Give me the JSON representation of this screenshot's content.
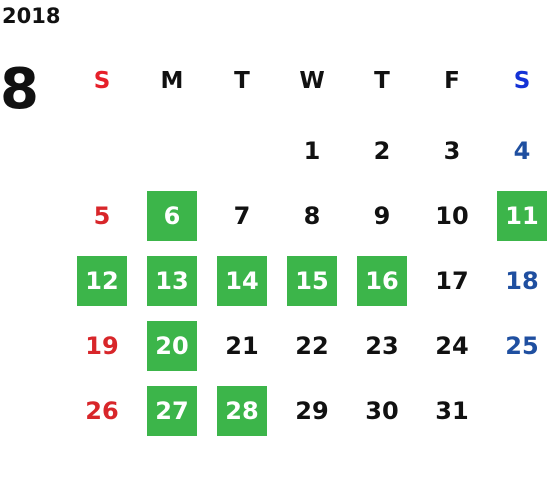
{
  "year": "2018",
  "month": "8",
  "weekdays": [
    {
      "label": "S",
      "color": "#e6202a"
    },
    {
      "label": "M",
      "color": "#111111"
    },
    {
      "label": "T",
      "color": "#111111"
    },
    {
      "label": "W",
      "color": "#111111"
    },
    {
      "label": "T",
      "color": "#111111"
    },
    {
      "label": "F",
      "color": "#111111"
    },
    {
      "label": "S",
      "color": "#1432d6"
    }
  ],
  "colors": {
    "highlight_bg": "#3cb54a",
    "sunday": "#d8262a",
    "saturday": "#1f4fa0",
    "weekday": "#111111"
  },
  "first_weekday_index": 3,
  "days_in_month": 31,
  "highlighted_days": [
    6,
    11,
    12,
    13,
    14,
    15,
    16,
    20,
    27,
    28
  ]
}
